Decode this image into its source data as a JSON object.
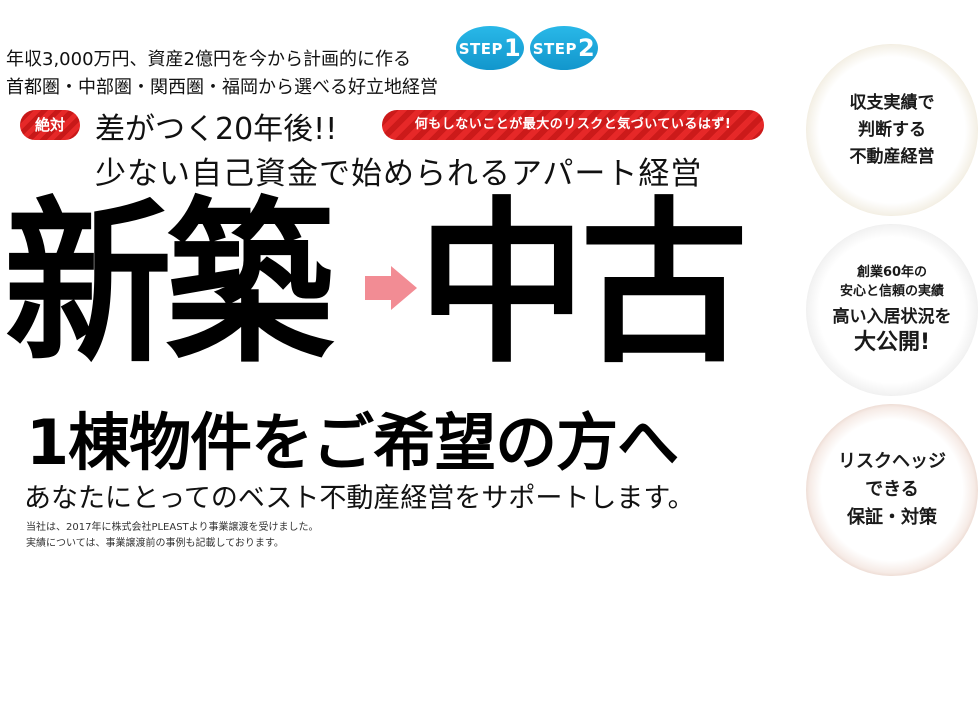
{
  "intro": {
    "line1": "年収3,000万円、資産2億円を今から計画的に作る",
    "line2": "首都圏・中部圏・関西圏・福岡から選べる好立地経営"
  },
  "steps": [
    {
      "prefix": "STEP",
      "num": "1"
    },
    {
      "prefix": "STEP",
      "num": "2"
    }
  ],
  "badge_zettai": "絶対",
  "headline1": "差がつく20年後!!",
  "badge_red": "何もしないことが最大のリスクと気づいているはず!",
  "headline2": "少ない自己資金で始められるアパート経営",
  "big_left": "新築",
  "big_right": "中古",
  "sub_big": "1棟物件をご希望の方へ",
  "tagline": "あなたにとってのベスト不動産経営をサポートします。",
  "notes": {
    "line1": "当社は、2017年に株式会社PLEASTより事業譲渡を受けました。",
    "line2": "実績については、事業譲渡前の事例も記載しております。"
  },
  "circles": {
    "c1": {
      "l1": "収支実績で",
      "l2": "判断する",
      "l3": "不動産経営"
    },
    "c2": {
      "l1": "創業60年の",
      "l2": "安心と信頼の実績",
      "l3": "高い入居状況を",
      "l4": "大公開!"
    },
    "c3": {
      "l1": "リスクヘッジ",
      "l2": "できる",
      "l3": "保証・対策"
    }
  },
  "colors": {
    "step_blue": "#1aa8dd",
    "badge_red": "#e62828",
    "arrow_pink": "#f28c94",
    "gold_ring": "#b39a5c",
    "silver_ring": "#8c8c8c",
    "rose_ring": "#a7796a"
  }
}
